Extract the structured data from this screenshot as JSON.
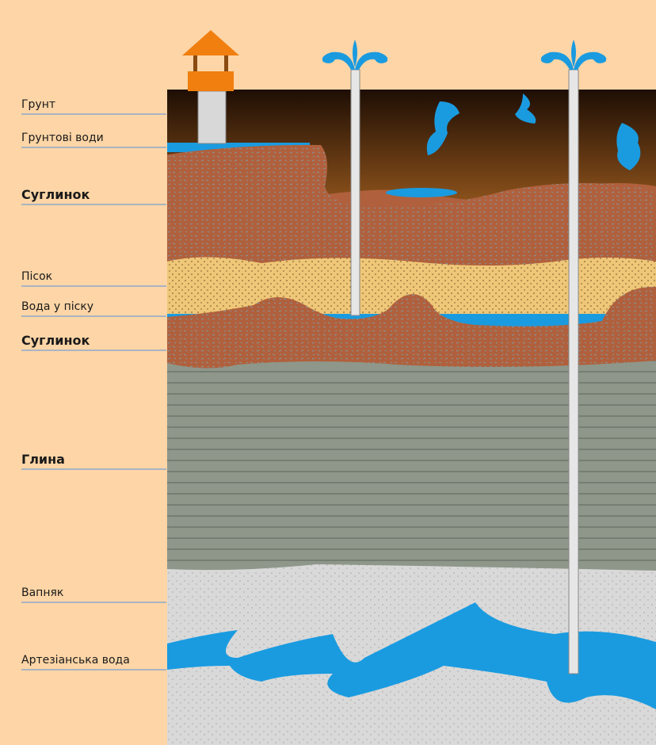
{
  "labels": {
    "ground": "Грунт",
    "groundwater": "Грунтові води",
    "loam_upper": "Суглинок",
    "sand": "Пісок",
    "sand_water": "Вода у піску",
    "loam_lower": "Суглинок",
    "clay": "Глина",
    "limestone": "Вапняк",
    "artesian_water": "Артезіанська вода"
  },
  "colors": {
    "background": "#fdd5a6",
    "soil": "#3a1f0a",
    "loam": "#b0603c",
    "sand": "#efc778",
    "clay": "#8e978a",
    "limestone": "#d9d9d9",
    "water": "#1a9be0",
    "roof": "#f07f10"
  }
}
